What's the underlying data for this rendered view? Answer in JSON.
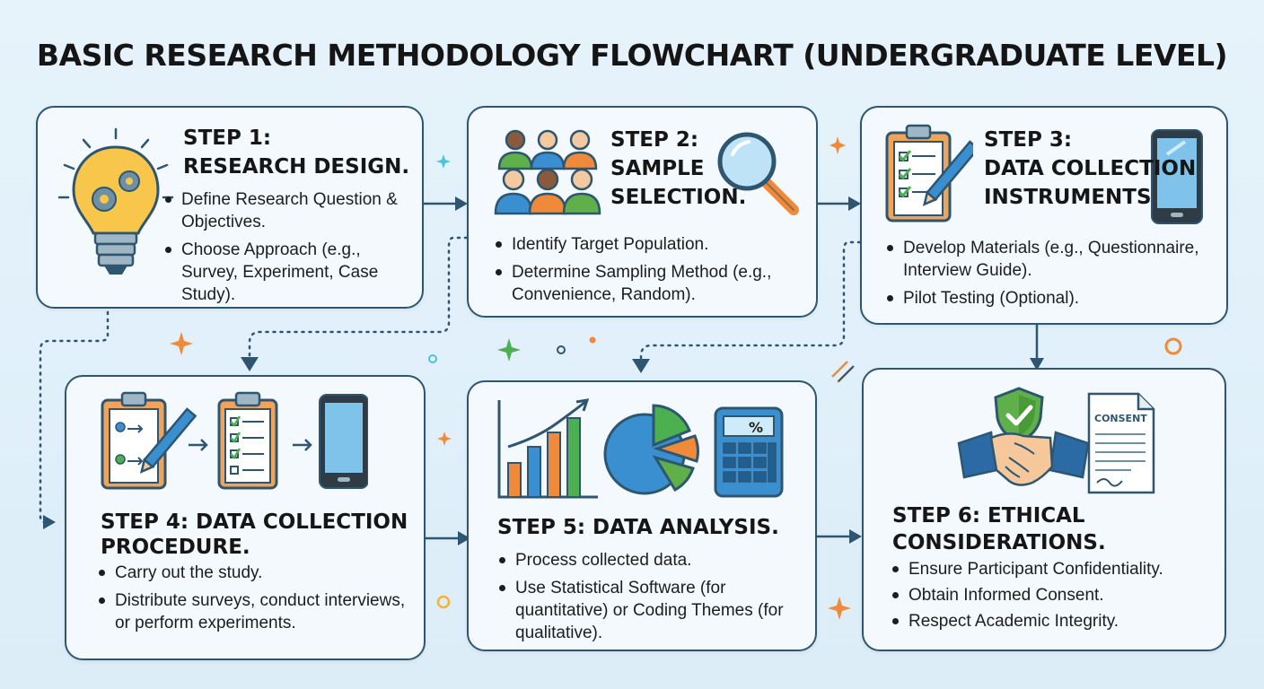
{
  "title": "BASIC RESEARCH METHODOLOGY FLOWCHART (UNDERGRADUATE LEVEL)",
  "steps": [
    {
      "title_line1": "STEP 1:",
      "title_line2": "RESEARCH DESIGN.",
      "bullets": [
        "Define Research Question & Objectives.",
        "Choose Approach (e.g., Survey, Experiment, Case Study)."
      ]
    },
    {
      "title_line1": "STEP 2:",
      "title_line2": "SAMPLE",
      "title_line3": "SELECTION.",
      "bullets": [
        "Identify Target Population.",
        "Determine Sampling Method (e.g., Convenience, Random)."
      ]
    },
    {
      "title_line1": "STEP 3:",
      "title_line2": "DATA COLLECTION",
      "title_line3": "INSTRUMENTS",
      "bullets": [
        "Develop Materials (e.g., Questionnaire, Interview Guide).",
        "Pilot Testing (Optional)."
      ]
    },
    {
      "title_line1": "STEP 4: DATA COLLECTION",
      "title_line2": "PROCEDURE.",
      "bullets": [
        "Carry out the study.",
        "Distribute surveys, conduct interviews, or perform experiments."
      ]
    },
    {
      "title_line1": "STEP 5: DATA ANALYSIS.",
      "bullets": [
        "Process collected data.",
        "Use Statistical Software (for quantitative) or Coding Themes (for qualitative)."
      ]
    },
    {
      "title_line1": "STEP 6: ETHICAL",
      "title_line2": "CONSIDERATIONS.",
      "bullets": [
        "Ensure Participant Confidentiality.",
        "Obtain Informed Consent.",
        "Respect Academic Integrity."
      ]
    }
  ],
  "consent_label": "CONSENT",
  "percent_label": "%",
  "icons": [
    "lightbulb-gears-icon",
    "people-group-icon",
    "magnifier-icon",
    "checklist-clipboard-icon",
    "tablet-icon",
    "chart-icon",
    "pie-chart-icon",
    "calculator-icon",
    "shield-check-icon",
    "handshake-icon",
    "consent-document-icon"
  ],
  "colors": {
    "border": "#2e5670",
    "accent_orange": "#ef8a3a",
    "accent_blue": "#3a8fd0",
    "accent_green": "#5fb04a",
    "accent_yellow": "#f5c542"
  }
}
